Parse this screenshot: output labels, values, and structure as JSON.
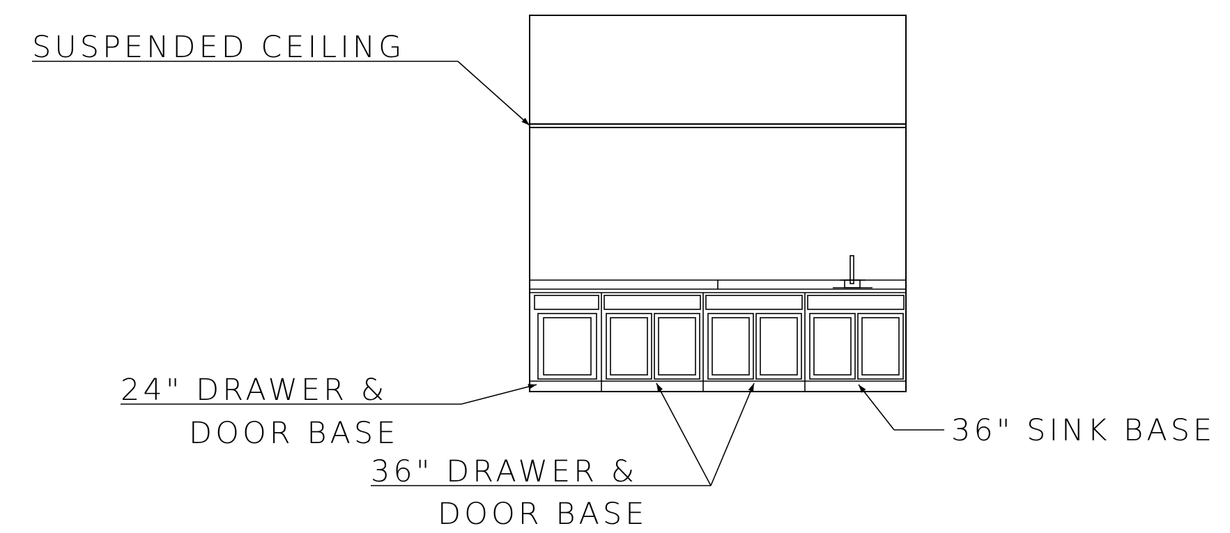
{
  "labels": {
    "suspended_ceiling": "SUSPENDED CEILING",
    "drawer24_line1": "24\" DRAWER &",
    "drawer24_line2": "DOOR BASE",
    "drawer36_line1": "36\" DRAWER &",
    "drawer36_line2": "DOOR BASE",
    "sink36": "36\" SINK BASE"
  },
  "colors": {
    "ink": "#000000",
    "paper": "#ffffff"
  }
}
